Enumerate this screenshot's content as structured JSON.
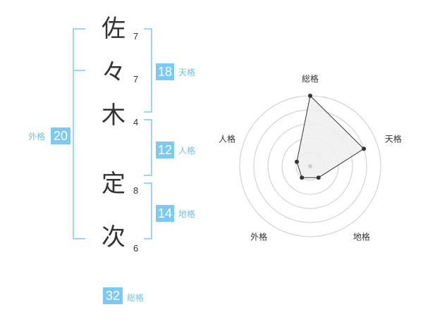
{
  "colors": {
    "accent": "#7cc9f1",
    "label": "#6ec0ec",
    "text": "#333333",
    "grid": "#cccccc",
    "radar_line": "#333333",
    "radar_fill": "#eeeeee"
  },
  "name": {
    "characters": [
      {
        "char": "佐",
        "strokes": "7"
      },
      {
        "char": "々",
        "strokes": "7"
      },
      {
        "char": "木",
        "strokes": "4"
      },
      {
        "char": "定",
        "strokes": "8"
      },
      {
        "char": "次",
        "strokes": "6"
      }
    ]
  },
  "fortune": {
    "tenkaku": {
      "value": "18",
      "label": "天格"
    },
    "jinkaku": {
      "value": "12",
      "label": "人格"
    },
    "chikaku": {
      "value": "14",
      "label": "地格"
    },
    "gaikaku": {
      "value": "20",
      "label": "外格"
    },
    "soukaku": {
      "value": "32",
      "label": "総格"
    }
  },
  "chart_data": {
    "type": "radar",
    "categories": [
      "総格",
      "天格",
      "地格",
      "外格",
      "人格"
    ],
    "values": [
      5,
      4,
      1,
      1,
      1
    ],
    "rmax": 5,
    "grid_rings": 5
  }
}
